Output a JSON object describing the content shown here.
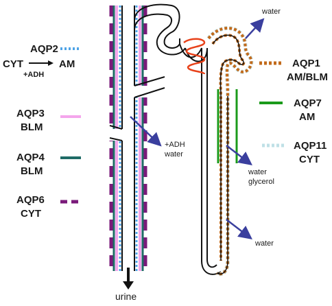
{
  "legend_left": [
    {
      "name": "AQP2",
      "sub": "AM",
      "sub_prefix": "CYT",
      "modifier": "+ADH",
      "color": "#4ea3e6",
      "style": "dotted"
    },
    {
      "name": "AQP3",
      "sub": "BLM",
      "color": "#f4a6ec",
      "style": "solid"
    },
    {
      "name": "AQP4",
      "sub": "BLM",
      "color": "#1f6b66",
      "style": "solid"
    },
    {
      "name": "AQP6",
      "sub": "CYT",
      "color": "#7a1a7a",
      "style": "dashed"
    }
  ],
  "legend_right": [
    {
      "name": "AQP1",
      "sub": "AM/BLM",
      "color": "#c26a1a",
      "style": "dotted"
    },
    {
      "name": "AQP7",
      "sub": "AM",
      "color": "#1a9a1a",
      "style": "solid"
    },
    {
      "name": "AQP11",
      "sub": "CYT",
      "color": "#bfe0e6",
      "style": "dotted"
    }
  ],
  "annotations": {
    "water_top": "water",
    "adh_water_line1": "+ADH",
    "adh_water_line2": "water",
    "water_glycerol_line1": "water",
    "water_glycerol_line2": "glycerol",
    "water_bottom": "water",
    "urine": "urine"
  },
  "colors": {
    "arrow": "#3a3f9e",
    "glomerulus": "#e8421a",
    "outline": "#111111"
  }
}
